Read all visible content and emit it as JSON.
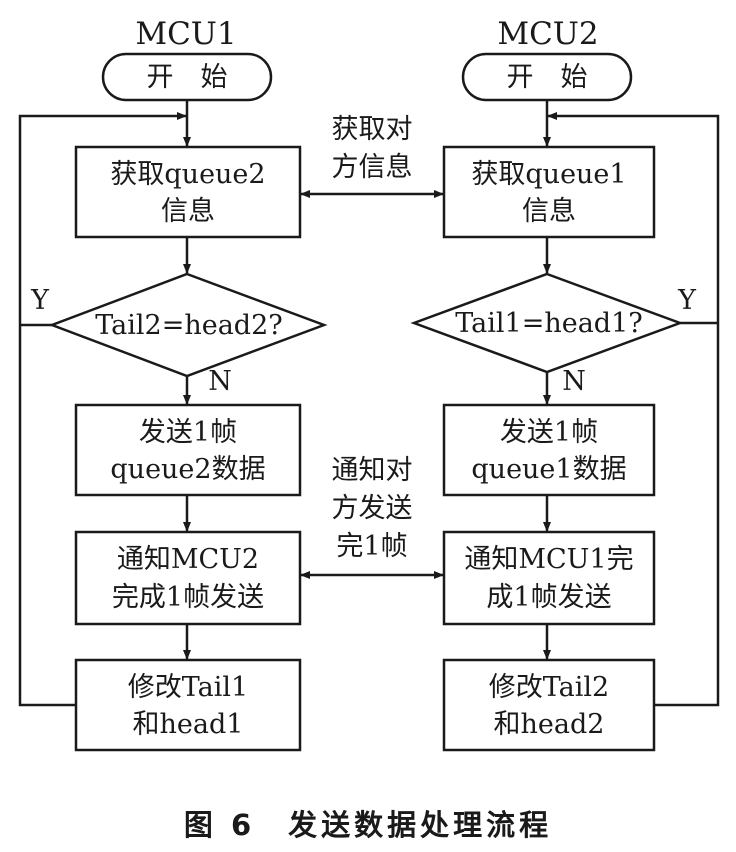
{
  "mcu1": {
    "title": "MCU1",
    "start": "开　始",
    "get_info": [
      "获取queue2",
      "信息"
    ],
    "decision": "Tail2=head2?",
    "yes": "Y",
    "no": "N",
    "send": [
      "发送1帧",
      "queue2数据"
    ],
    "notify": [
      "通知MCU2",
      "完成1帧发送"
    ],
    "modify": [
      "修改Tail1",
      "和head1"
    ]
  },
  "mcu2": {
    "title": "MCU2",
    "start": "开　始",
    "get_info": [
      "获取queue1",
      "信息"
    ],
    "decision": "Tail1=head1?",
    "yes": "Y",
    "no": "N",
    "send": [
      "发送1帧",
      "queue1数据"
    ],
    "notify": [
      "通知MCU1完",
      "成1帧发送"
    ],
    "modify": [
      "修改Tail2",
      "和head2"
    ]
  },
  "links": {
    "get_other": [
      "获取对",
      "方信息"
    ],
    "notify_other": [
      "通知对",
      "方发送",
      "完1帧"
    ]
  },
  "caption": "图 6　发送数据处理流程"
}
